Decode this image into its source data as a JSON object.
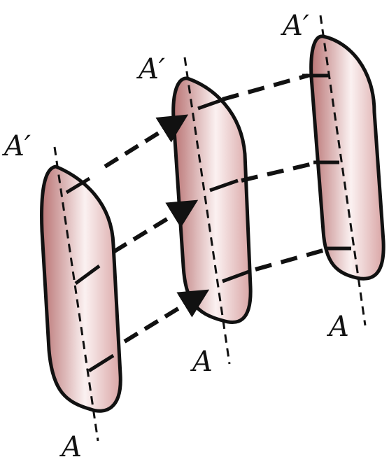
{
  "figure": {
    "labels": {
      "left_top": "A′",
      "left_bottom": "A",
      "middle_top": "A′",
      "middle_bottom": "A",
      "right_top": "A′",
      "right_bottom": "A"
    },
    "colors": {
      "body_fill_light": "#fbf1f1",
      "body_fill_dark": "#b97474",
      "outline": "#111111"
    }
  }
}
